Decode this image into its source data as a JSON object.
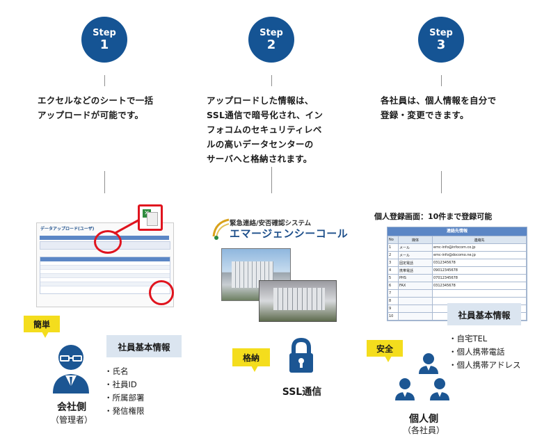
{
  "steps": [
    {
      "word": "Step",
      "num": "1",
      "desc": [
        "エクセルなどのシートで一括",
        "アップロードが可能です。"
      ]
    },
    {
      "word": "Step",
      "num": "2",
      "desc": [
        "アップロードした情報は、",
        "SSL通信で暗号化され、イン",
        "フォコムのセキュリティレベ",
        "ルの高いデータセンターの",
        "サーバへと格納されます。"
      ]
    },
    {
      "word": "Step",
      "num": "3",
      "desc": [
        "各社員は、個人情報を自分で",
        "登録・変更できます。"
      ]
    }
  ],
  "col1": {
    "badge": "簡単",
    "info_title": "社員基本情報",
    "list": [
      "氏名",
      "社員ID",
      "所属部署",
      "発信権限"
    ],
    "person_label": "会社側",
    "person_sub": "（管理者）",
    "screen_title": "データアップロード(ユーザ)"
  },
  "col2": {
    "logo_sub": "緊急連絡/安否確認システム",
    "logo_main": "エマージェンシーコール",
    "badge": "格納",
    "ssl_label": "SSL通信"
  },
  "col3": {
    "screen_caption": "個人登録画面：10件まで登録可能",
    "table_title": "連絡先情報",
    "table_headers": [
      "No",
      "媒体",
      "連絡先"
    ],
    "rows": [
      {
        "no": "1",
        "type": "メール",
        "value": "emc-info@infocom.co.jp"
      },
      {
        "no": "2",
        "type": "メール",
        "value": "emc-info@docomo.ne.jp"
      },
      {
        "no": "3",
        "type": "固定電話",
        "value": "0312345678"
      },
      {
        "no": "4",
        "type": "携帯電話",
        "value": "09012345678"
      },
      {
        "no": "5",
        "type": "PHS",
        "value": "07012345678"
      },
      {
        "no": "6",
        "type": "FAX",
        "value": "0312345678"
      },
      {
        "no": "7",
        "type": "",
        "value": ""
      },
      {
        "no": "8",
        "type": "",
        "value": ""
      },
      {
        "no": "9",
        "type": "",
        "value": ""
      },
      {
        "no": "10",
        "type": "",
        "value": ""
      }
    ],
    "info_title": "社員基本情報",
    "list": [
      "自宅TEL",
      "個人携帯電話",
      "個人携帯アドレス"
    ],
    "badge": "安全",
    "person_label": "個人側",
    "person_sub": "（各社員）"
  },
  "colors": {
    "step": "#155494",
    "badge": "#f4dd1d",
    "info": "#dbe5f0",
    "icon": "#1c5693",
    "ring": "#e0141e",
    "excel": "#2e8b3e"
  }
}
